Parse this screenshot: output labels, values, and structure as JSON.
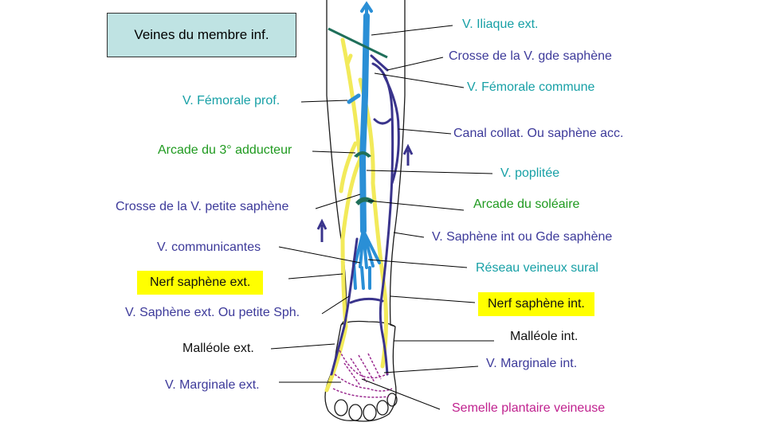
{
  "colors": {
    "purple": "#3d3a9a",
    "teal": "#17a0a6",
    "green": "#1f9a1f",
    "magenta": "#c0228f",
    "black": "#111111",
    "highlight": "#ffff00",
    "title_bg": "#bfe3e3",
    "deep_vein": "#2a8fd6",
    "superficial_vein": "#3a348c",
    "nerf": "#f2ea5a",
    "arcade": "#1f6f5a"
  },
  "title": "Veines du membre inf.",
  "labels": {
    "iliaque_ext": "V. Iliaque ext.",
    "crosse_gde_saphene": "Crosse de la V. gde saphène",
    "femorale_commune": "V. Fémorale commune",
    "femorale_prof": "V. Fémorale prof.",
    "canal_collat": "Canal collat. Ou saphène acc.",
    "arcade_3_adducteur": "Arcade du 3° adducteur",
    "poplitee": "V. poplitée",
    "crosse_petite_saphene": "Crosse de la V. petite saphène",
    "arcade_soleaire": "Arcade du soléaire",
    "saphene_int": "V. Saphène int ou Gde saphène",
    "communicantes": "V. communicantes",
    "reseau_sural": "Réseau veineux sural",
    "nerf_saphene_ext": "Nerf saphène ext.",
    "nerf_saphene_int": "Nerf saphène int.",
    "saphene_ext": "V. Saphène ext. Ou petite Sph.",
    "malleole_int": "Malléole int.",
    "malleole_ext": "Malléole ext.",
    "marginale_int": "V. Marginale int.",
    "marginale_ext": "V. Marginale ext.",
    "semelle_plantaire": "Semelle plantaire veineuse"
  }
}
